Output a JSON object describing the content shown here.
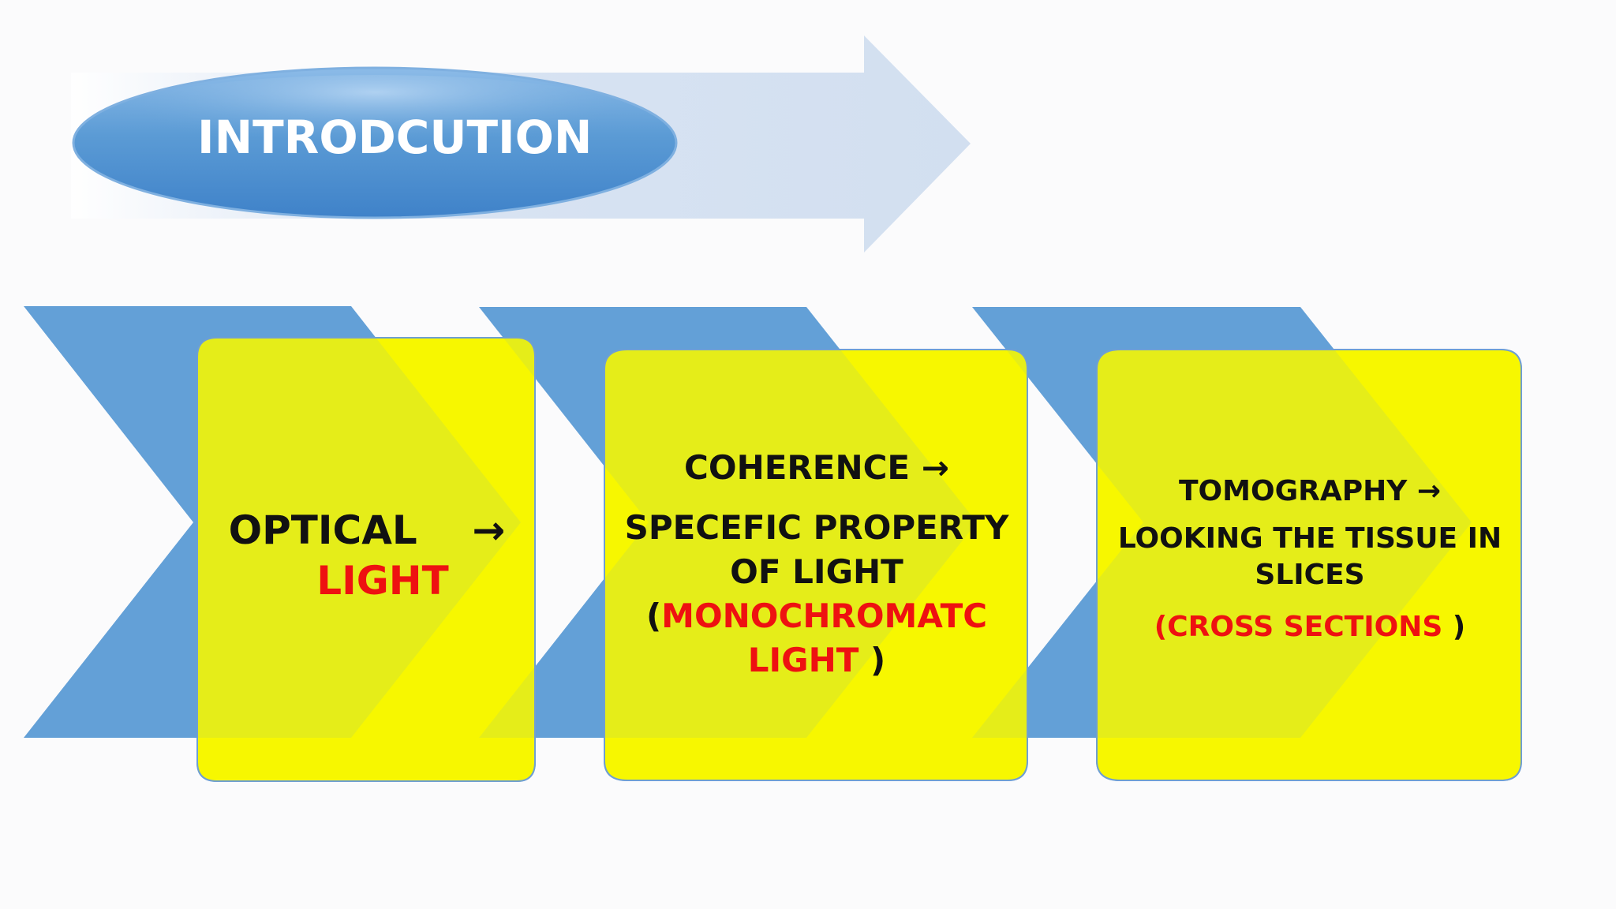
{
  "title": "INTRODCUTION",
  "colors": {
    "box_fill": "#f7f700",
    "chevron_fill": "#5b9bd5",
    "arrow_fill": "#d5e2f2",
    "ellipse_fill": "#5b9bd5",
    "accent_red": "#ee1111"
  },
  "steps": [
    {
      "word": "OPTICAL",
      "arrow": "→",
      "meaning": "LIGHT"
    },
    {
      "word": "COHERENCE",
      "arrow": "→",
      "line1": "SPECEFIC PROPERTY",
      "line2": "OF LIGHT",
      "open_paren": "(",
      "highlight": "MONOCHROMATC",
      "highlight2": "LIGHT",
      "close_paren": " )"
    },
    {
      "word": "TOMOGRAPHY",
      "arrow": "→",
      "line1": "LOOKING THE TISSUE IN",
      "line2": "SLICES",
      "open_paren": "(",
      "highlight": "CROSS SECTIONS",
      "close_paren": " )"
    }
  ]
}
